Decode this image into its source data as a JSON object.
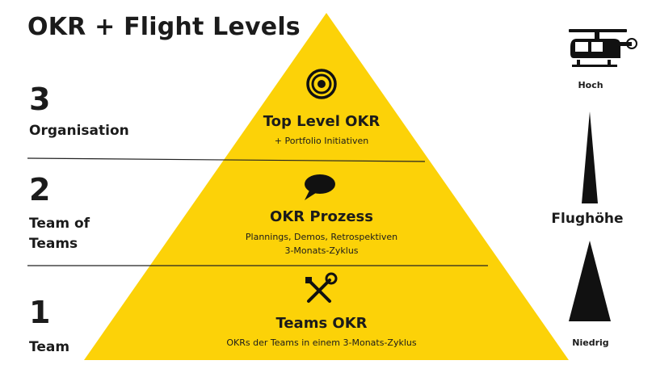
{
  "title": "OKR + Flight Levels",
  "levels": [
    {
      "number": "3",
      "name": "Organisation",
      "heading": "Top Level OKR",
      "lines": [
        "+ Portfolio Initiativen"
      ],
      "icon": "target-icon"
    },
    {
      "number": "2",
      "name": "Team of Teams",
      "heading": "OKR Prozess",
      "lines": [
        "Plannings, Demos, Retrospektiven",
        "3-Monats-Zyklus"
      ],
      "icon": "speech-bubble-icon"
    },
    {
      "number": "1",
      "name": "Team",
      "heading": "Teams OKR",
      "lines": [
        "OKRs der Teams in einem 3-Monats-Zyklus"
      ],
      "icon": "tools-icon"
    }
  ],
  "altitude": {
    "high": "Hoch",
    "label": "Flughöhe",
    "low": "Niedrig",
    "icon": "helicopter-icon"
  },
  "colors": {
    "pyramid": "#FCD208",
    "ink": "#111111"
  }
}
